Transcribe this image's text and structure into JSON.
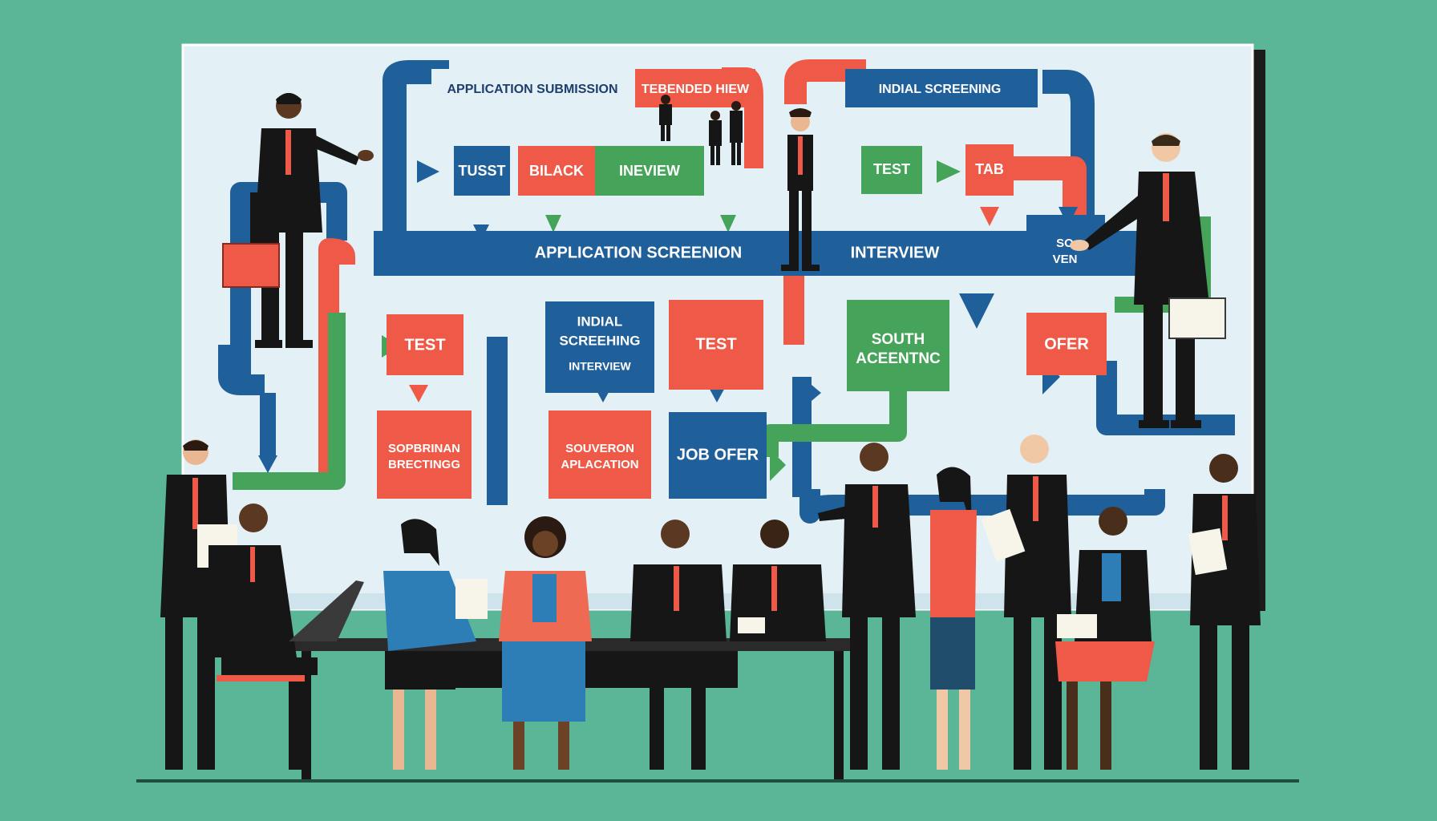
{
  "colors": {
    "background": "#5bb597",
    "board": "#e3f1f7",
    "blue": "#1f5f9a",
    "red": "#ef5a48",
    "green": "#46a45a",
    "suit": "#161616"
  },
  "board": {
    "top_bar": {
      "application_submission": "APPLICATION SUBMISSION",
      "tebend_review": "TEBENDED HIEW",
      "initial_screening": "INDIAL SCREENING"
    },
    "row1": {
      "tusst": "TUSST",
      "black": "BILACK",
      "ineview": "INEVIEW",
      "test": "TEST",
      "tab": "TAB"
    },
    "mid_bar": {
      "application_screening": "APPLICATION SCREENION",
      "interview": "INTERVIEW",
      "so_ven_line1": "SO",
      "so_ven_line2": "VEN"
    },
    "row2": {
      "test_left": "TEST",
      "indial_line1": "INDIAL",
      "indial_line2": "SCREEHING",
      "indial_line3": "INTERVIEW",
      "test_center": "TEST",
      "south_line1": "SOUTH",
      "south_line2": "ACEENTNC",
      "ofer": "OFER"
    },
    "row3": {
      "sopbrinan_line1": "SOPBRINAN",
      "sopbrinan_line2": "BRECTINGG",
      "souveron_line1": "SOUVERON",
      "souveron_line2": "APLACATION",
      "job_offer": "JOB OFER"
    }
  }
}
